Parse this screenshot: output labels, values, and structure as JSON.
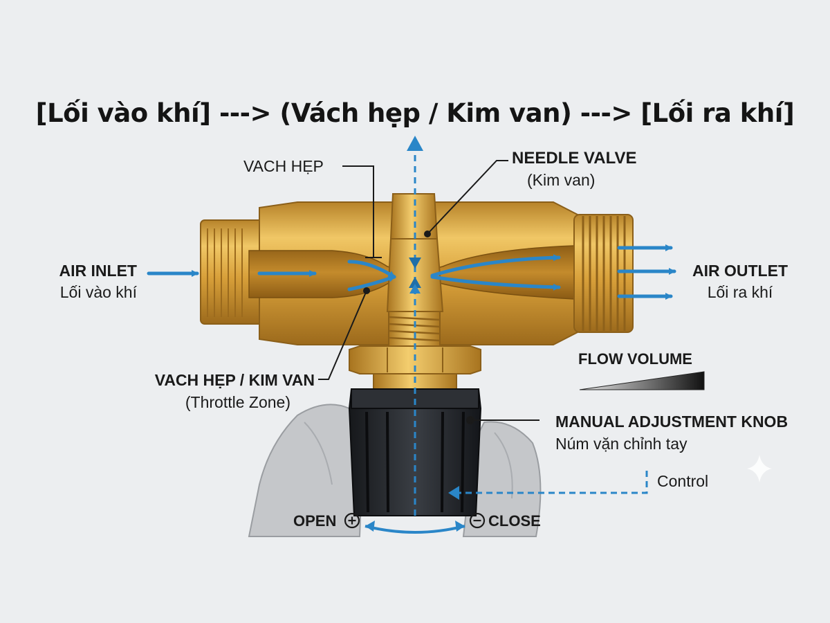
{
  "title": "[Lối vào khí] ---> (Vách hẹp / Kim van) ---> [Lối ra khí]",
  "labels": {
    "vach_hep": "VACH HẸP",
    "needle_valve": "NEEDLE VALVE",
    "needle_valve_sub": "(Kim van)",
    "air_inlet": "AIR INLET",
    "air_inlet_sub": "Lối vào khí",
    "air_outlet": "AIR OUTLET",
    "air_outlet_sub": "Lối ra khí",
    "throttle": "VACH HẸP / KIM VAN",
    "throttle_sub": "(Throttle Zone)",
    "flow_volume": "FLOW VOLUME",
    "knob": "MANUAL ADJUSTMENT KNOB",
    "knob_sub": "Núm vặn chỉnh tay",
    "control": "Control",
    "open": "OPEN",
    "close": "CLOSE"
  },
  "colors": {
    "brass": "#d9a53a",
    "brass_dark": "#a77420",
    "brass_light": "#f2cc6c",
    "flow_arrow": "#2a86c8",
    "knob": "#24272b",
    "glove": "#c4c6c9",
    "background": "#eceef0"
  },
  "icons": {
    "open": "plus-circle-icon",
    "close": "minus-circle-icon",
    "sparkle": "sparkle-icon"
  }
}
